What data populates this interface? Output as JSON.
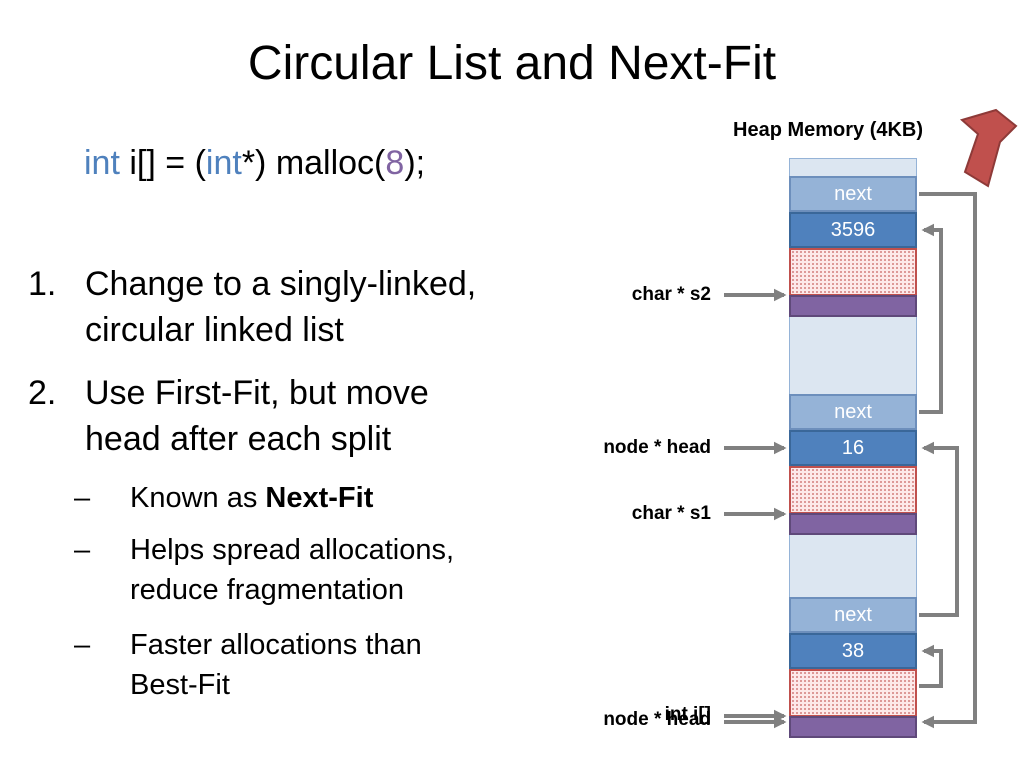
{
  "title": "Circular List and Next-Fit",
  "code": {
    "kw1": "int",
    "part1": " i[] = (",
    "kw2": "int",
    "part2": "*) malloc(",
    "num": "8",
    "part3": ");"
  },
  "items": [
    {
      "marker": "1.",
      "lines": [
        "Change to a singly-linked,",
        "circular linked list"
      ]
    },
    {
      "marker": "2.",
      "lines": [
        "Use First-Fit, but move",
        "head after each split"
      ]
    }
  ],
  "subitems": [
    {
      "marker": "–",
      "prefix": "Known as ",
      "bold": "Next-Fit",
      "lines": []
    },
    {
      "marker": "–",
      "prefix": "",
      "bold": "",
      "lines": [
        "Helps spread allocations,",
        "reduce fragmentation"
      ]
    },
    {
      "marker": "–",
      "prefix": "",
      "bold": "",
      "lines": [
        "Faster allocations than",
        "Best-Fit"
      ]
    }
  ],
  "heap": {
    "title": "Heap Memory (4KB)",
    "blocks": [
      {
        "next_label": "next",
        "size": "3596"
      },
      {
        "next_label": "next",
        "size": "16"
      },
      {
        "next_label": "next",
        "size": "38"
      }
    ]
  },
  "pointers": {
    "s2": "char * s2",
    "head": "node * head",
    "s1": "char * s1",
    "bottom_head": "node * head",
    "bottom_i": "int i[]"
  },
  "colors": {
    "keyword": "#4f81bd",
    "number": "#8064a2",
    "next_block": "#95b3d7",
    "size_block": "#4f81bd",
    "data_block_border": "#c0504d",
    "end_block": "#8064a2",
    "heap_background": "#dce6f1",
    "arrow": "#808080",
    "head_marker_arrow": "#c0504d"
  }
}
